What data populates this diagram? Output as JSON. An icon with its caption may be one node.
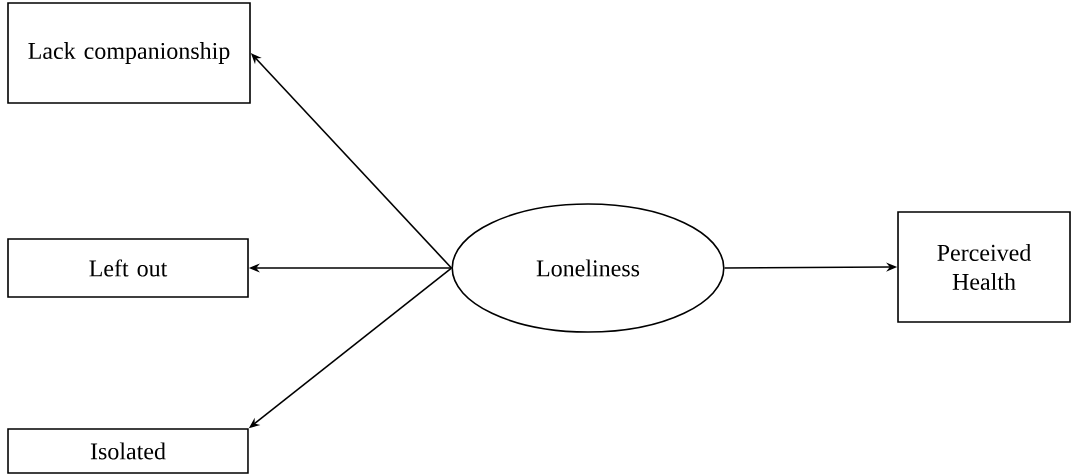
{
  "diagram": {
    "nodes": [
      {
        "text": [
          "Lack companionship"
        ]
      },
      {
        "text": [
          "Left out"
        ]
      },
      {
        "text": [
          "Isolated"
        ]
      },
      {
        "text": [
          "Loneliness"
        ]
      },
      {
        "text": [
          "Perceived Health"
        ]
      }
    ],
    "edges": [
      {
        "from": 3,
        "to": 0,
        "arrow": "to"
      },
      {
        "from": 3,
        "to": 1,
        "arrow": "to"
      },
      {
        "from": 3,
        "to": 2,
        "arrow": "to"
      },
      {
        "from": 3,
        "to": 4,
        "arrow": "to"
      }
    ]
  }
}
